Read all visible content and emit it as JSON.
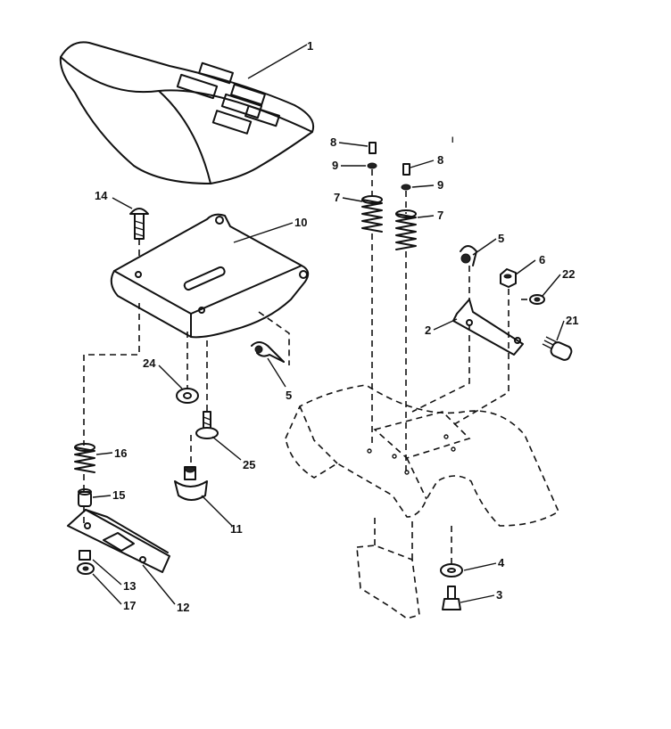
{
  "diagram": {
    "callouts": {
      "c1": "1",
      "c14": "14",
      "c10": "10",
      "c24": "24",
      "c5a": "5",
      "c16": "16",
      "c15": "15",
      "c25": "25",
      "c11": "11",
      "c13": "13",
      "c17": "17",
      "c12": "12",
      "c8a": "8",
      "c9a": "9",
      "c7a": "7",
      "c8b": "8",
      "c9b": "9",
      "c7b": "7",
      "c5b": "5",
      "c6": "6",
      "c22": "22",
      "c2": "2",
      "c21": "21",
      "c4": "4",
      "c3": "3",
      "tick": "I"
    }
  }
}
